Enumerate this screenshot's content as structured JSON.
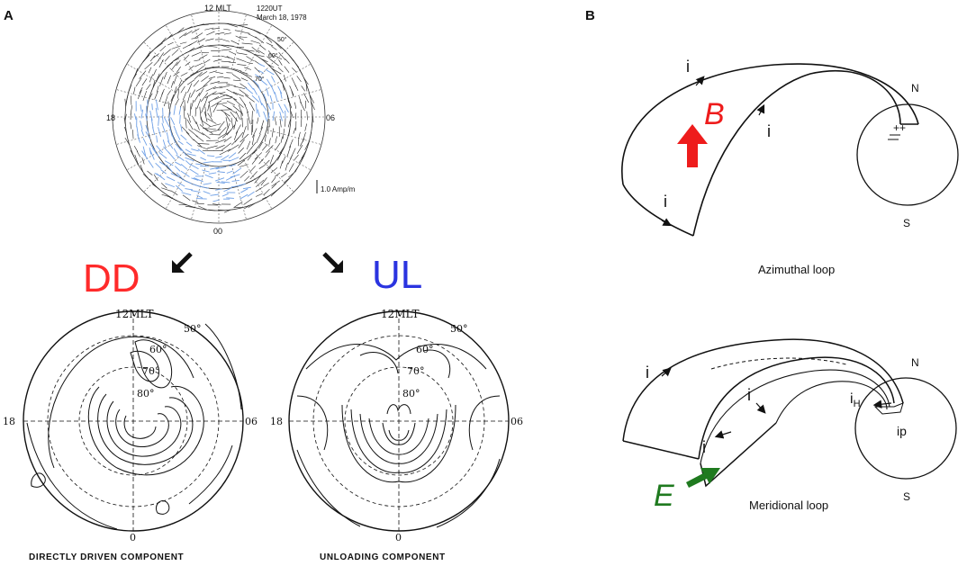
{
  "panel_labels": {
    "a": "A",
    "b": "B"
  },
  "top_dial": {
    "time_label": "1220UT",
    "date_label": "March 18, 1978",
    "mlt_top": "12 MLT",
    "mlt_left": "18",
    "mlt_right": "06",
    "mlt_bottom": "00",
    "lat_50": "50°",
    "lat_60": "60°",
    "lat_70": "70°",
    "scale_label": "1.0 Amp/m"
  },
  "dd": {
    "label": "DD",
    "mlt_top": "12MLT",
    "mlt_left": "18",
    "mlt_right": "06",
    "mlt_bottom": "0",
    "lat_50": "50°",
    "lat_60": "60°",
    "lat_70": "70°",
    "lat_80": "80°",
    "caption": "DIRECTLY DRIVEN COMPONENT"
  },
  "ul": {
    "label": "UL",
    "mlt_top": "12MLT",
    "mlt_left": "18",
    "mlt_right": "06",
    "mlt_bottom": "0",
    "lat_50": "50°",
    "lat_60": "60°",
    "lat_70": "70°",
    "lat_80": "80°",
    "caption": "UNLOADING COMPONENT"
  },
  "azimuthal": {
    "current_top": "i",
    "current_mid": "i",
    "current_low": "i",
    "field_label": "B",
    "north": "N",
    "south": "S",
    "caption": "Azimuthal loop"
  },
  "meridional": {
    "current_left": "i",
    "current_mid": "i",
    "current_low": "i",
    "hall_main": "i",
    "hall_sub": "H",
    "pedersen": "ip",
    "field_label": "E",
    "north": "N",
    "south": "S",
    "caption": "Meridional loop"
  },
  "colors": {
    "dd_label": "#ff2a2a",
    "ul_label": "#2b34e0",
    "field_b": "#ee1c1c",
    "field_e": "#1f7a1f",
    "vectors": "#6fa0e6"
  }
}
